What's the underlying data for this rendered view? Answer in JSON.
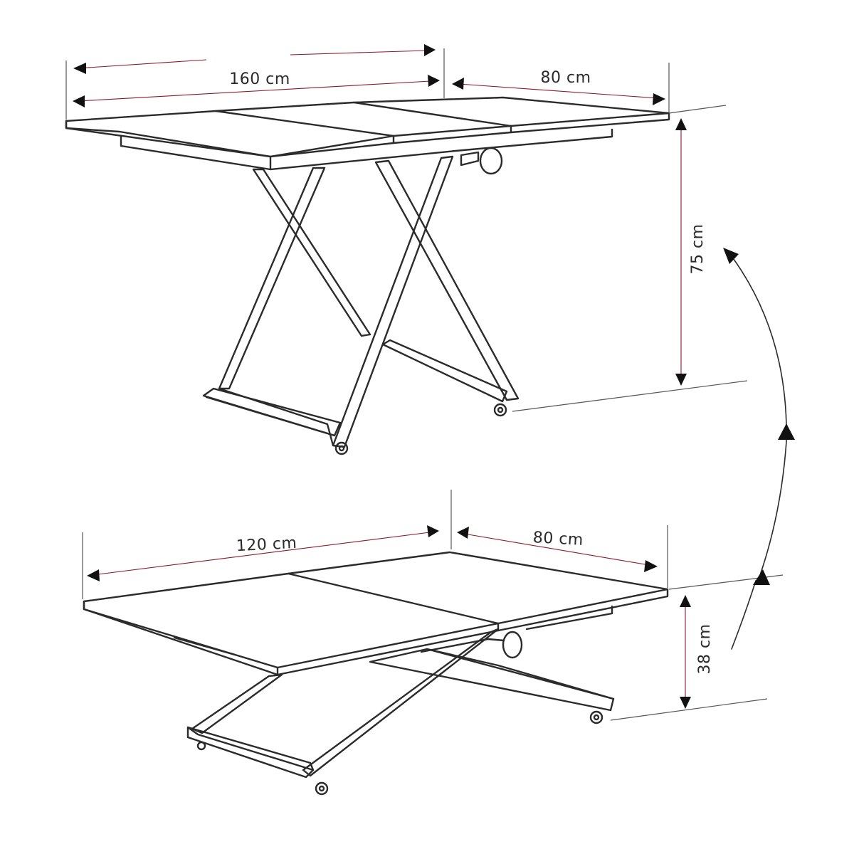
{
  "diagram": {
    "extended": {
      "length_label": "160 cm",
      "depth_label": "80 cm",
      "height_label": "75 cm"
    },
    "compact": {
      "length_label": "120 cm",
      "depth_label": "80 cm",
      "height_label": "38 cm"
    }
  }
}
